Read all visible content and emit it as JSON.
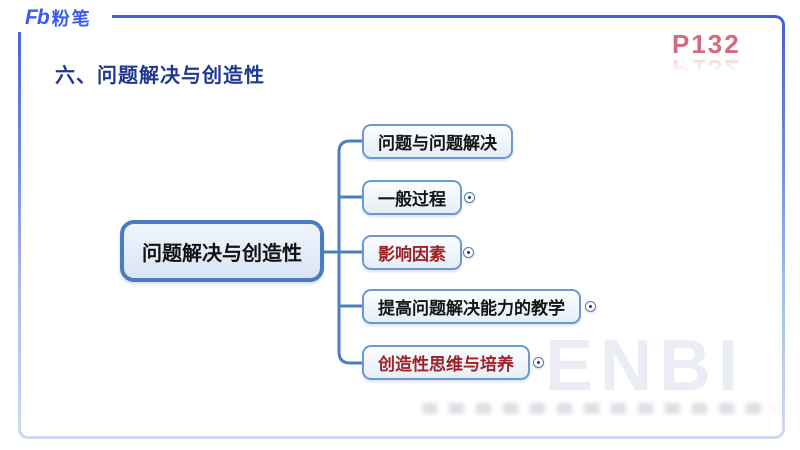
{
  "header": {
    "logo": {
      "mark": "Fb",
      "name": "粉笔"
    },
    "page_ref": "P132"
  },
  "slide": {
    "title": "六、问题解决与创造性"
  },
  "mindmap": {
    "root": "问题解决与创造性",
    "children": [
      {
        "label": "问题与问题解决",
        "emphasis": "normal",
        "expander": false
      },
      {
        "label": "一般过程",
        "emphasis": "normal",
        "expander": true
      },
      {
        "label": "影响因素",
        "emphasis": "red",
        "expander": true
      },
      {
        "label": "提高问题解决能力的教学",
        "emphasis": "normal",
        "expander": true
      },
      {
        "label": "创造性思维与培养",
        "emphasis": "red",
        "expander": true
      }
    ]
  },
  "watermark": {
    "text": "ENBI"
  },
  "colors": {
    "brand_blue": "#3d5af0",
    "frame_border_top": "#4161d6",
    "frame_border_bottom": "#cfdaf3",
    "title_navy": "#21388f",
    "page_ref_pink": "#d6697f",
    "root_node_border": "#4a7cc2",
    "child_node_border": "#6b99d3",
    "connector_blue": "#4d7fc0",
    "red_text": "#9e2126"
  }
}
